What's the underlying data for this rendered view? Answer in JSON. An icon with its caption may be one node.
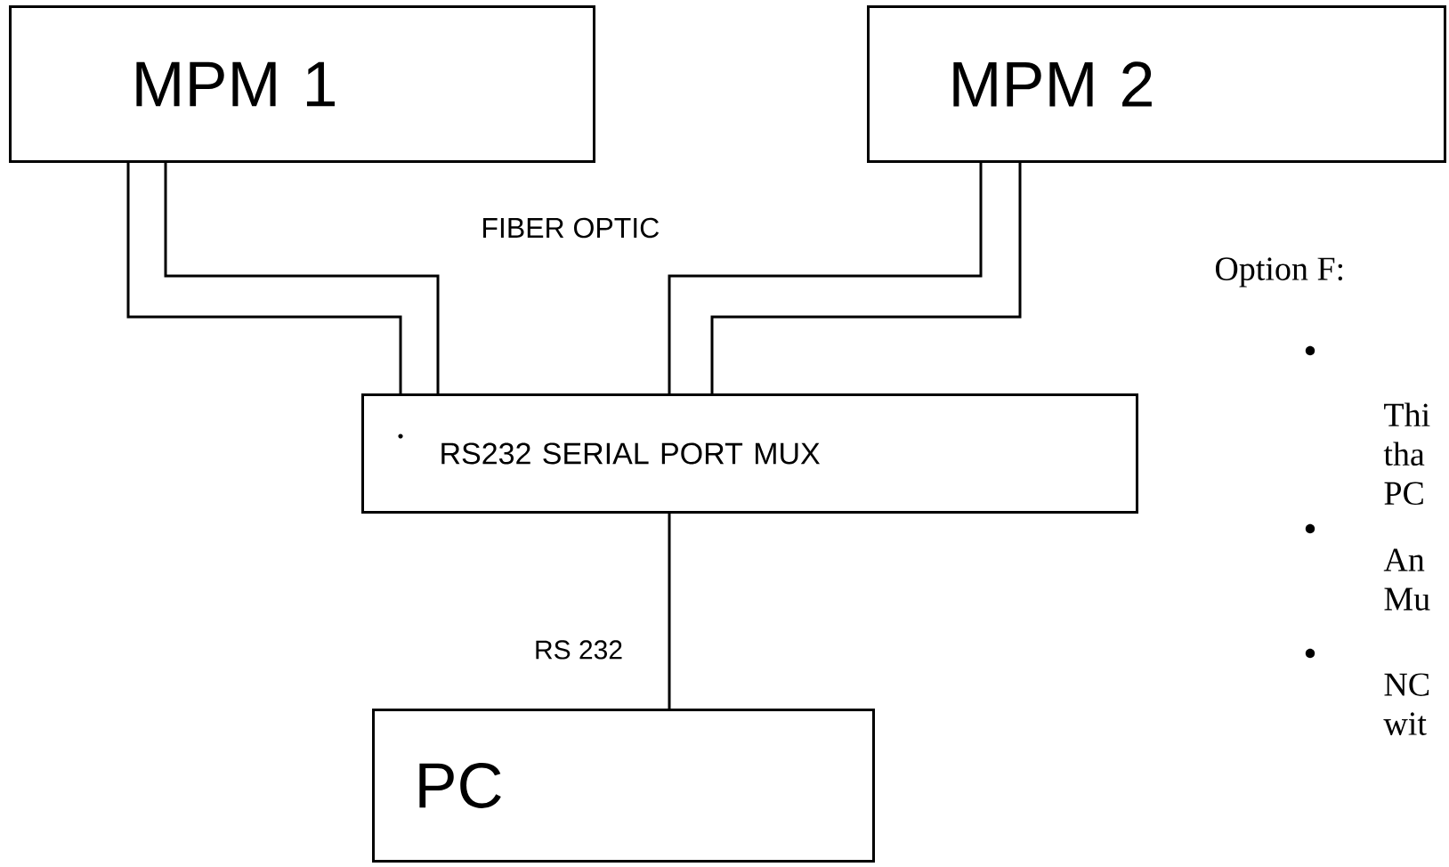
{
  "diagram": {
    "nodes": [
      {
        "text": [
          "MPM 1"
        ]
      },
      {
        "text": [
          "MPM 2"
        ]
      },
      {
        "text": [
          "RS232 SERIAL PORT MUX"
        ]
      },
      {
        "text": [
          "PC"
        ]
      }
    ],
    "edges": [
      {
        "from": 0,
        "to": 2,
        "arrow": "none"
      },
      {
        "from": 0,
        "to": 2,
        "arrow": "none"
      },
      {
        "from": 1,
        "to": 2,
        "arrow": "none"
      },
      {
        "from": 1,
        "to": 2,
        "arrow": "none"
      },
      {
        "from": 2,
        "to": 3,
        "arrow": "none",
        "label": "RS 232"
      }
    ],
    "labels": [
      "FIBER OPTIC",
      "Option F:",
      "Thi tha PC",
      "An Mu",
      "NC wit"
    ]
  }
}
